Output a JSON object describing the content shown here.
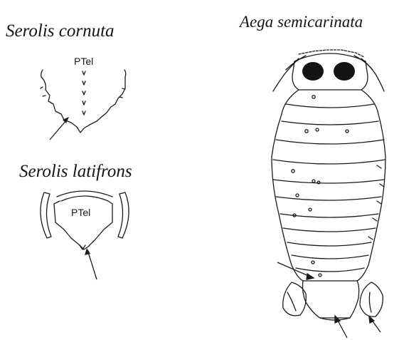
{
  "figure": {
    "panels": [
      {
        "species": "Serolis cornuta",
        "label": "PTel"
      },
      {
        "species": "Serolis latifrons",
        "label": "PTel"
      },
      {
        "species": "Aega semicarinata"
      }
    ]
  }
}
